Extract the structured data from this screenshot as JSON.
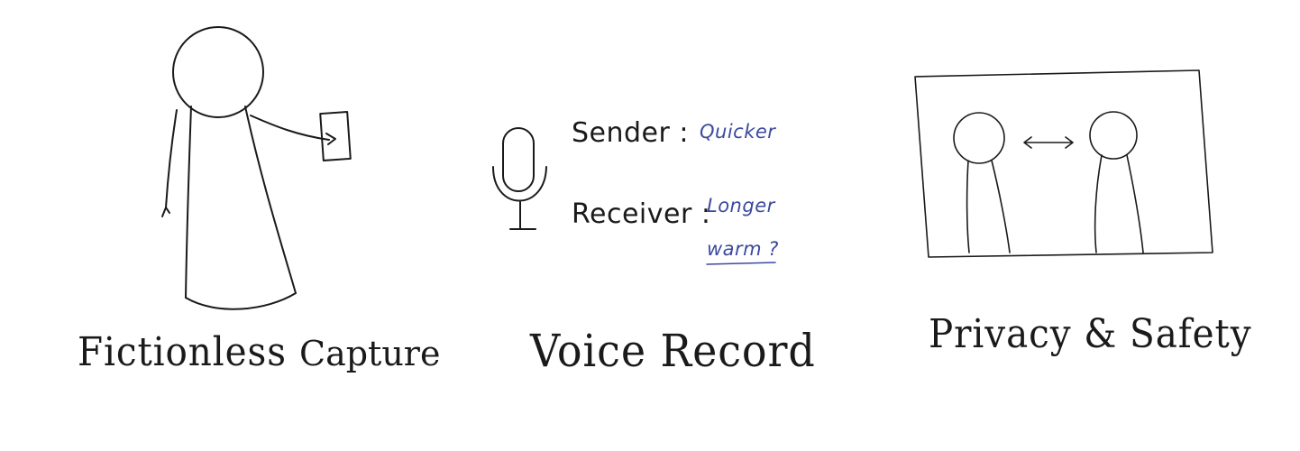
{
  "panels": {
    "capture": {
      "caption_part1": "Fictionless",
      "caption_part2": "Capture",
      "figure_icon": "person-holding-phone-icon"
    },
    "voice": {
      "caption": "Voice Record",
      "mic_icon": "microphone-icon",
      "sender_label": "Sender :",
      "sender_note": "Quicker",
      "receiver_label": "Receiver :",
      "receiver_note_1": "Longer",
      "receiver_note_2": "warm ?"
    },
    "privacy": {
      "caption": "Privacy & Safety",
      "frame_icon": "two-people-in-frame-icon"
    }
  },
  "colors": {
    "ink": "#1a1a1a",
    "note": "#3b4a9e"
  }
}
